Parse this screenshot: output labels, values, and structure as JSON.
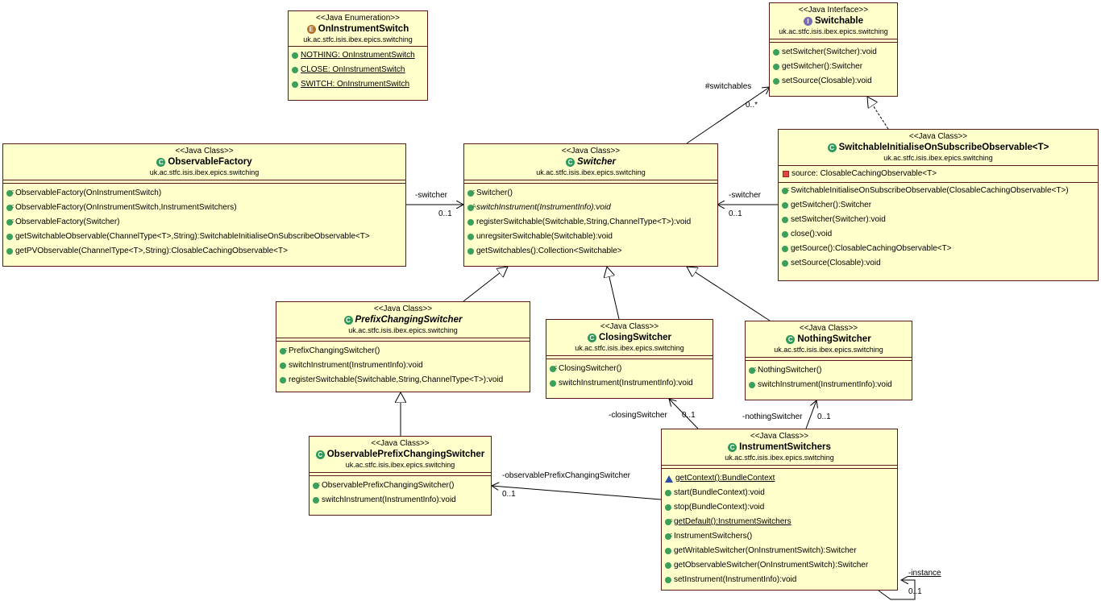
{
  "classes": {
    "on_instrument_switch": {
      "stereotype": "<<Java Enumeration>>",
      "name": "OnInstrumentSwitch",
      "package": "uk.ac.stfc.isis.ibex.epics.switching",
      "literals": [
        "NOTHING: OnInstrumentSwitch",
        "CLOSE: OnInstrumentSwitch",
        "SWITCH: OnInstrumentSwitch"
      ]
    },
    "switchable": {
      "stereotype": "<<Java Interface>>",
      "name": "Switchable",
      "package": "uk.ac.stfc.isis.ibex.epics.switching",
      "ops": [
        "setSwitcher(Switcher):void",
        "getSwitcher():Switcher",
        "setSource(Closable):void"
      ]
    },
    "observable_factory": {
      "stereotype": "<<Java Class>>",
      "name": "ObservableFactory",
      "package": "uk.ac.stfc.isis.ibex.epics.switching",
      "ops": [
        "ObservableFactory(OnInstrumentSwitch)",
        "ObservableFactory(OnInstrumentSwitch,InstrumentSwitchers)",
        "ObservableFactory(Switcher)",
        "getSwitchableObservable(ChannelType<T>,String):SwitchableInitialiseOnSubscribeObservable<T>",
        "getPVObservable(ChannelType<T>,String):ClosableCachingObservable<T>"
      ]
    },
    "switcher": {
      "stereotype": "<<Java Class>>",
      "name": "Switcher",
      "package": "uk.ac.stfc.isis.ibex.epics.switching",
      "ops": [
        "Switcher()",
        "switchInstrument(InstrumentInfo):void",
        "registerSwitchable(Switchable,String,ChannelType<T>):void",
        "unregsiterSwitchable(Switchable):void",
        "getSwitchables():Collection<Switchable>"
      ]
    },
    "switchable_init": {
      "stereotype": "<<Java Class>>",
      "name": "SwitchableInitialiseOnSubscribeObservable<T>",
      "package": "uk.ac.stfc.isis.ibex.epics.switching",
      "attrs": [
        "source: ClosableCachingObservable<T>"
      ],
      "ops": [
        "SwitchableInitialiseOnSubscribeObservable(ClosableCachingObservable<T>)",
        "getSwitcher():Switcher",
        "setSwitcher(Switcher):void",
        "close():void",
        "getSource():ClosableCachingObservable<T>",
        "setSource(Closable):void"
      ]
    },
    "prefix_changing": {
      "stereotype": "<<Java Class>>",
      "name": "PrefixChangingSwitcher",
      "package": "uk.ac.stfc.isis.ibex.epics.switching",
      "ops": [
        "PrefixChangingSwitcher()",
        "switchInstrument(InstrumentInfo):void",
        "registerSwitchable(Switchable,String,ChannelType<T>):void"
      ]
    },
    "closing": {
      "stereotype": "<<Java Class>>",
      "name": "ClosingSwitcher",
      "package": "uk.ac.stfc.isis.ibex.epics.switching",
      "ops": [
        "ClosingSwitcher()",
        "switchInstrument(InstrumentInfo):void"
      ]
    },
    "nothing": {
      "stereotype": "<<Java Class>>",
      "name": "NothingSwitcher",
      "package": "uk.ac.stfc.isis.ibex.epics.switching",
      "ops": [
        "NothingSwitcher()",
        "switchInstrument(InstrumentInfo):void"
      ]
    },
    "observable_prefix": {
      "stereotype": "<<Java Class>>",
      "name": "ObservablePrefixChangingSwitcher",
      "package": "uk.ac.stfc.isis.ibex.epics.switching",
      "ops": [
        "ObservablePrefixChangingSwitcher()",
        "switchInstrument(InstrumentInfo):void"
      ]
    },
    "instrument_switchers": {
      "stereotype": "<<Java Class>>",
      "name": "InstrumentSwitchers",
      "package": "uk.ac.stfc.isis.ibex.epics.switching",
      "ops": [
        "getContext():BundleContext",
        "start(BundleContext):void",
        "stop(BundleContext):void",
        "getDefault():InstrumentSwitchers",
        "InstrumentSwitchers()",
        "getWritableSwitcher(OnInstrumentSwitch):Switcher",
        "getObservableSwitcher(OnInstrumentSwitch):Switcher",
        "setInstrument(InstrumentInfo):void"
      ]
    }
  },
  "labels": {
    "switchables_role": "#switchables",
    "switchables_mult": "0..*",
    "factory_switcher_role": "-switcher",
    "factory_switcher_mult": "0..1",
    "init_switcher_role": "-switcher",
    "init_switcher_mult": "0..1",
    "closing_role": "-closingSwitcher",
    "closing_mult": "0..1",
    "nothing_role": "-nothingSwitcher",
    "nothing_mult": "0..1",
    "obs_prefix_role": "-observablePrefixChangingSwitcher",
    "obs_prefix_mult": "0..1",
    "instance_role": "-instance",
    "instance_mult": "0..1"
  },
  "icons": {
    "class_icon": "class-icon-C",
    "enum_icon": "enum-icon-E",
    "interface_icon": "interface-icon-I",
    "class_icon_color": "#2e9a5a",
    "enum_icon_color": "#b5702a",
    "interface_icon_color": "#7a6bb8",
    "box_fill": "#ffffcc",
    "line_color": "#5a1a1a"
  }
}
